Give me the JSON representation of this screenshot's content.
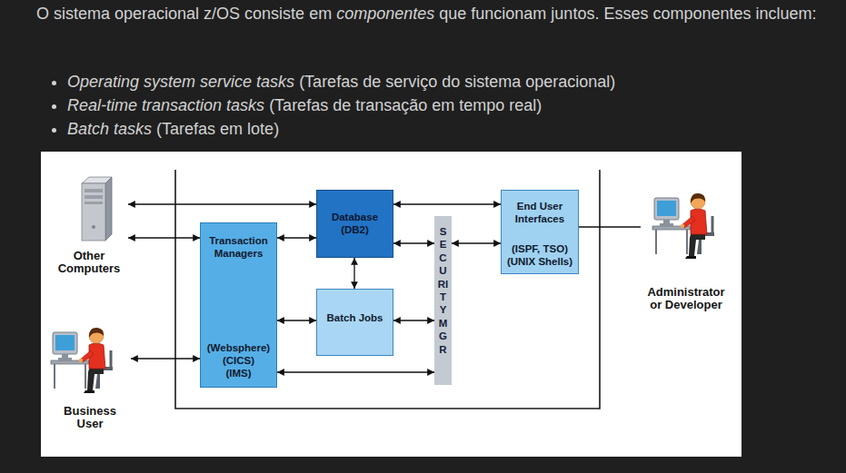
{
  "diagram": {
    "nodes": [
      {
        "text": [
          "Other Computers"
        ]
      },
      {
        "text": [
          "Business User"
        ]
      },
      {
        "text": [
          "Transaction Managers",
          "(Websphere) (CICS) (IMS)"
        ]
      },
      {
        "text": [
          "Database (DB2)"
        ]
      },
      {
        "text": [
          "Batch Jobs"
        ]
      },
      {
        "text": [
          "SECURITY MGR"
        ]
      },
      {
        "text": [
          "End User Interfaces",
          "(ISPF, TSO) (UNIX Shells)"
        ]
      },
      {
        "text": [
          "Administrator or Developer"
        ]
      }
    ],
    "edges": [
      {
        "from": 0,
        "to": 3,
        "arrow": "both"
      },
      {
        "from": 0,
        "to": 2,
        "arrow": "both"
      },
      {
        "from": 1,
        "to": 2,
        "arrow": "both"
      },
      {
        "from": 2,
        "to": 3,
        "arrow": "both"
      },
      {
        "from": 2,
        "to": 4,
        "arrow": "both"
      },
      {
        "from": 3,
        "to": 4,
        "arrow": "both"
      },
      {
        "from": 3,
        "to": 5,
        "arrow": "both"
      },
      {
        "from": 4,
        "to": 5,
        "arrow": "both"
      },
      {
        "from": 2,
        "to": 5,
        "arrow": "both"
      },
      {
        "from": 3,
        "to": 6,
        "arrow": "both"
      },
      {
        "from": 5,
        "to": 6,
        "arrow": "both"
      },
      {
        "from": 6,
        "to": 7,
        "arrow": "none"
      }
    ],
    "labels": [
      "O sistema operacional z/OS consiste em",
      "componentes",
      "que funcionam juntos. Esses componentes incluem:",
      "Operating system service tasks",
      "(Tarefas de serviço do sistema operacional)",
      "Real-time transaction tasks",
      "(Tarefas de transação em tempo real)",
      "Batch tasks",
      "(Tarefas em lote)"
    ]
  }
}
